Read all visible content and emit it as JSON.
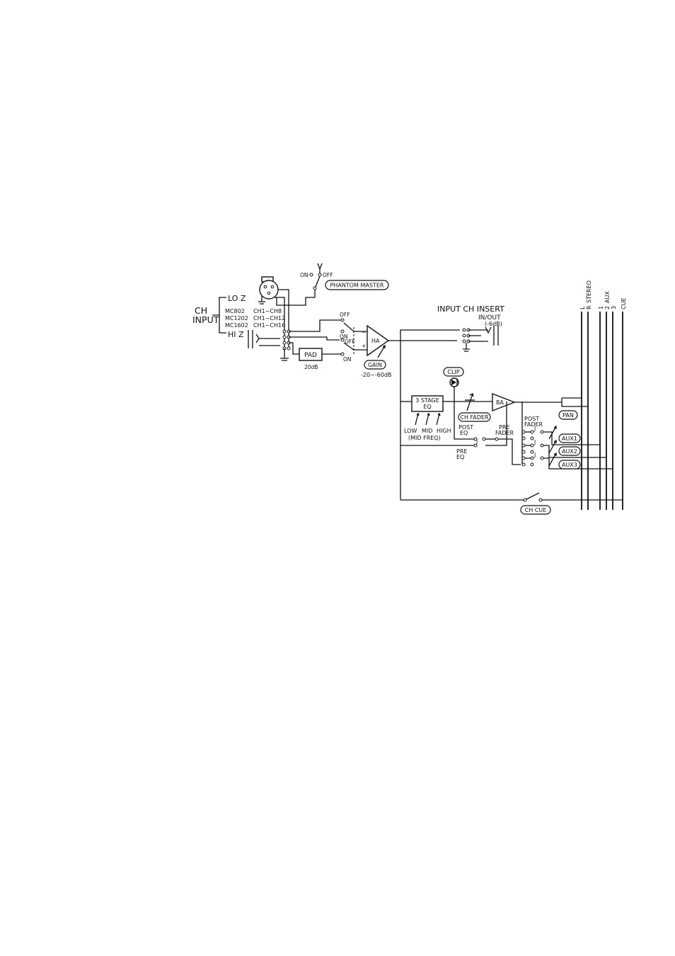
{
  "input": {
    "ch": "CH",
    "input": "INPUT",
    "lo_z": "LO Z",
    "hi_z": "HI Z",
    "models": [
      {
        "model": "MC802",
        "channels": "CH1~CH8"
      },
      {
        "model": "MC1202",
        "channels": "CH1~CH12"
      },
      {
        "model": "MC1602",
        "channels": "CH1~CH16"
      }
    ]
  },
  "phantom": {
    "label": "PHANTOM MASTER",
    "on": "ON",
    "off": "OFF"
  },
  "pad_switch": {
    "off_top": "OFF",
    "on_a": "ON",
    "off_b": "OFF",
    "on_b": "ON"
  },
  "pad": {
    "label": "PAD",
    "value": "20dB"
  },
  "head_amp": {
    "label": "HA",
    "gain_label": "GAIN",
    "gain_range": "-20~-60dB"
  },
  "insert": {
    "line1": "INPUT CH INSERT",
    "line2": "IN/OUT",
    "line3": "(-6dB)"
  },
  "clip": "CLIP",
  "eq": {
    "line1": "3 STAGE",
    "line2": "EQ",
    "low": "LOW",
    "mid": "MID",
    "high": "HIGH",
    "mid_freq": "(MID FREQ)"
  },
  "fader": "CH FADER",
  "buffer_amp": "BA",
  "routing": {
    "post_eq_1": "POST",
    "post_eq_2": "EQ",
    "pre_eq_1": "PRE",
    "pre_eq_2": "EQ",
    "pre_fader_1": "PRE",
    "pre_fader_2": "FADER",
    "post_fader_1": "POST",
    "post_fader_2": "FADER",
    "jumper": "J"
  },
  "pan": "PAN",
  "aux_sends": [
    "AUX1",
    "AUX2",
    "AUX3"
  ],
  "cue": "CH CUE",
  "buses": {
    "l": "L",
    "r": "R",
    "stereo": "STEREO",
    "aux_1": "1",
    "aux_2": "2",
    "aux_3": "3",
    "aux": "AUX",
    "cue": "CUE"
  }
}
